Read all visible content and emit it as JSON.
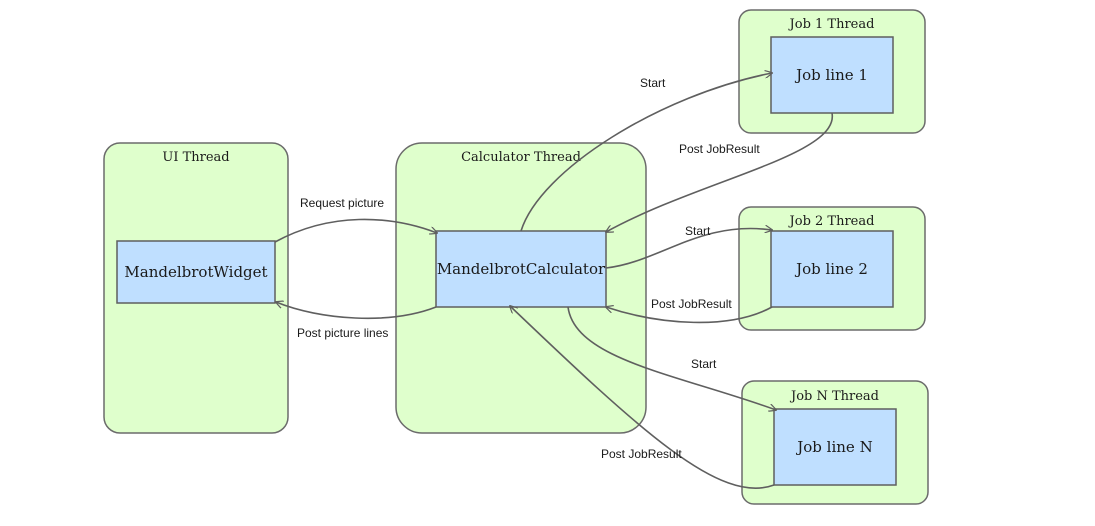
{
  "lanes": {
    "ui_thread": {
      "title": "UI Thread"
    },
    "calculator_thread": {
      "title": "Calculator Thread"
    },
    "job1_thread": {
      "title": "Job 1 Thread"
    },
    "job2_thread": {
      "title": "Job 2 Thread"
    },
    "jobn_thread": {
      "title": "Job N Thread"
    }
  },
  "nodes": {
    "mandelbrot_widget": {
      "label": "MandelbrotWidget"
    },
    "mandelbrot_calculator": {
      "label": "MandelbrotCalculator"
    },
    "job_line_1": {
      "label": "Job line 1"
    },
    "job_line_2": {
      "label": "Job line 2"
    },
    "job_line_n": {
      "label": "Job line N"
    }
  },
  "edges": {
    "request_picture": {
      "label": "Request picture"
    },
    "post_picture_lines": {
      "label": "Post picture lines"
    },
    "start_1": {
      "label": "Start"
    },
    "post_jobresult_1": {
      "label": "Post JobResult"
    },
    "start_2": {
      "label": "Start"
    },
    "post_jobresult_2": {
      "label": "Post JobResult"
    },
    "start_n": {
      "label": "Start"
    },
    "post_jobresult_n": {
      "label": "Post JobResult"
    }
  }
}
